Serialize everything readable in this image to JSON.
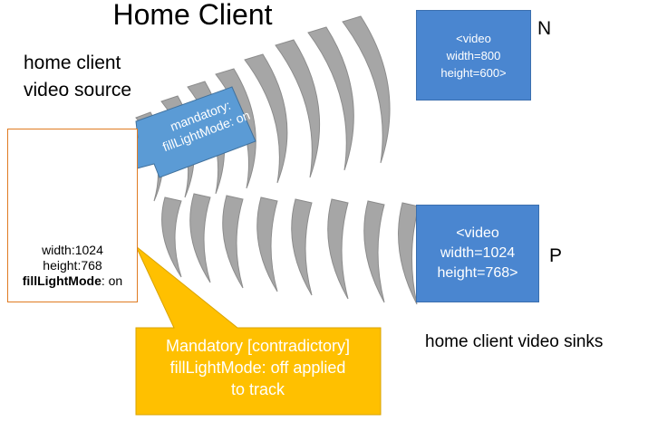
{
  "title": "Home Client",
  "source_label": {
    "line1": "home client",
    "line2": "video source"
  },
  "sinks_label": "home client video sinks",
  "sinks": [
    {
      "letter": "N",
      "line1": "<video",
      "line2": "width=800",
      "line3": "height=600>"
    },
    {
      "letter": "P",
      "line1": "<video",
      "line2": "width=1024",
      "line3": "height=768>"
    }
  ],
  "camera": {
    "width_text": "width:1024",
    "height_text": "height:768",
    "fill_key": "fillLightMode",
    "fill_val": ": on"
  },
  "arrow": {
    "line1": "mandatory:",
    "line2": "fillLightMode: on"
  },
  "callout": {
    "line1": "Mandatory [contradictory]",
    "line2": "fillLightMode: off applied",
    "line3": "to track"
  },
  "colors": {
    "sink_blue": "#4a86d0",
    "callout_yellow": "#ffc000",
    "camera_border": "#e07b22",
    "camera_body": "#8a8a8a",
    "wave_gray": "#a6a6a6",
    "flash": "#ffc000"
  }
}
